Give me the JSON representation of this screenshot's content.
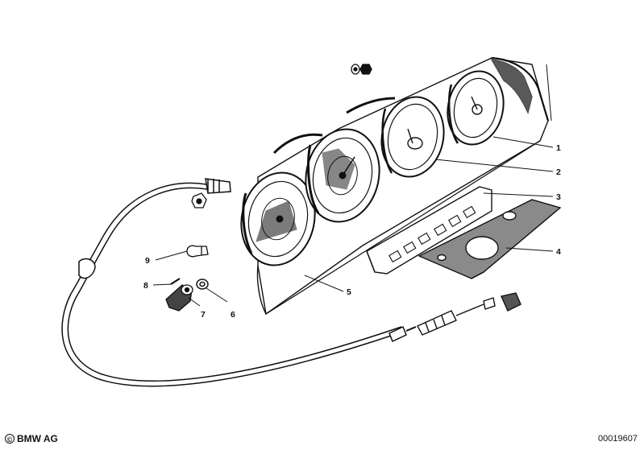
{
  "diagram": {
    "callouts": [
      "1",
      "2",
      "3",
      "4",
      "5",
      "6",
      "7",
      "8",
      "9"
    ]
  },
  "footer": {
    "copyright_symbol": "©",
    "brand": "BMW AG",
    "part_number": "00019607"
  },
  "colors": {
    "ink": "#111111",
    "paper": "#ffffff"
  }
}
